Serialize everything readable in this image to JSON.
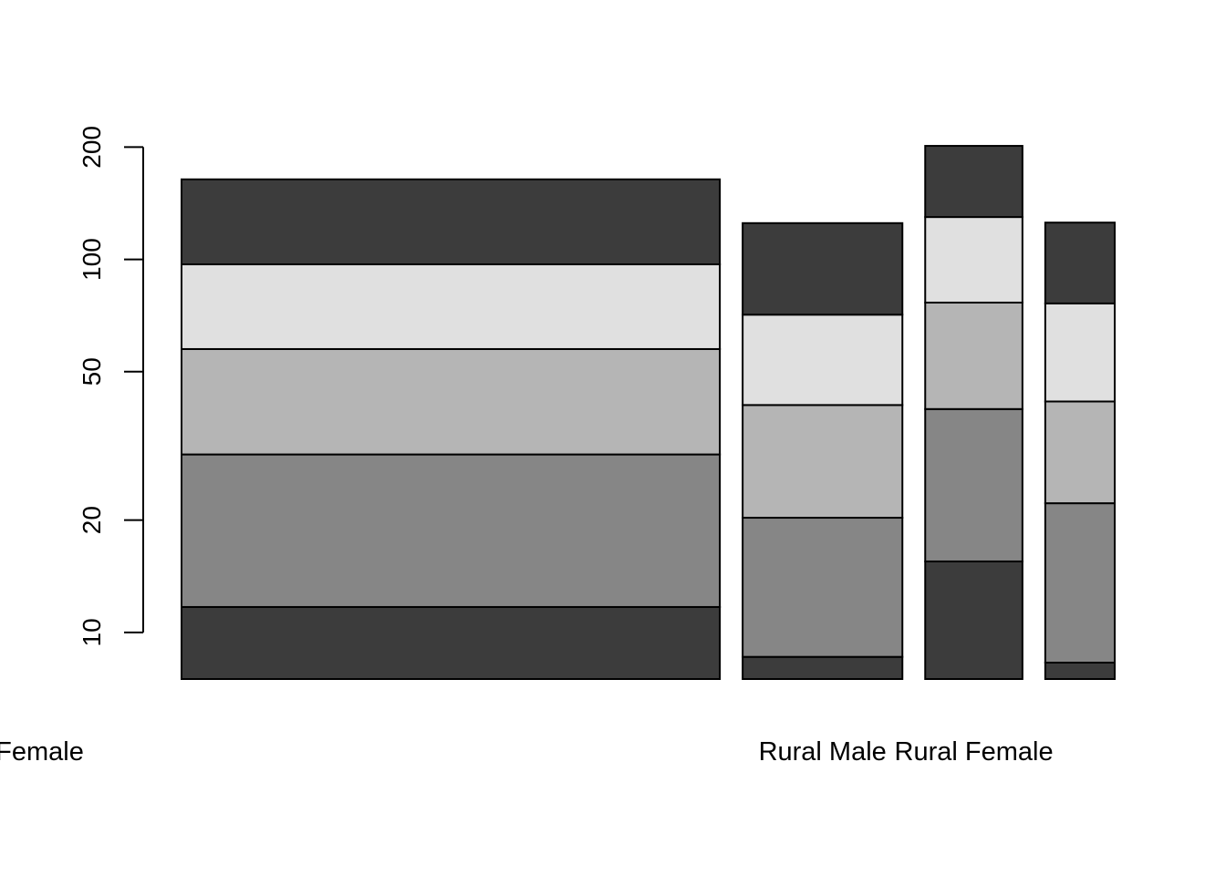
{
  "chart_data": {
    "type": "bar",
    "subtype": "stacked",
    "y_scale": "log",
    "ylim": [
      7.5,
      205
    ],
    "grid": false,
    "legend": "none",
    "y_ticks": [
      10,
      20,
      50,
      100,
      200
    ],
    "y_tick_labels": [
      "10",
      "20",
      "50",
      "100",
      "200"
    ],
    "category_labels_shown": [
      "",
      "Rural Male",
      "Rural Female",
      "",
      "Urban Female"
    ],
    "segment_colors": [
      "#3c3c3c",
      "#868686",
      "#b5b5b5",
      "#e0e0e0",
      "#3c3c3c"
    ],
    "bars": [
      {
        "relative_width": 7.75,
        "stack_tops": [
          11.7,
          30.0,
          57.5,
          97.0,
          163.9
        ]
      },
      {
        "relative_width": 2.3,
        "stack_tops": [
          8.6,
          20.3,
          40.7,
          71.1,
          125.1
        ]
      },
      {
        "relative_width": 1.4,
        "stack_tops": [
          15.5,
          39.7,
          76.6,
          129.9,
          201.5
        ]
      },
      {
        "relative_width": 1.0,
        "stack_tops": [
          8.3,
          22.2,
          41.6,
          76.2,
          125.5
        ]
      }
    ]
  }
}
